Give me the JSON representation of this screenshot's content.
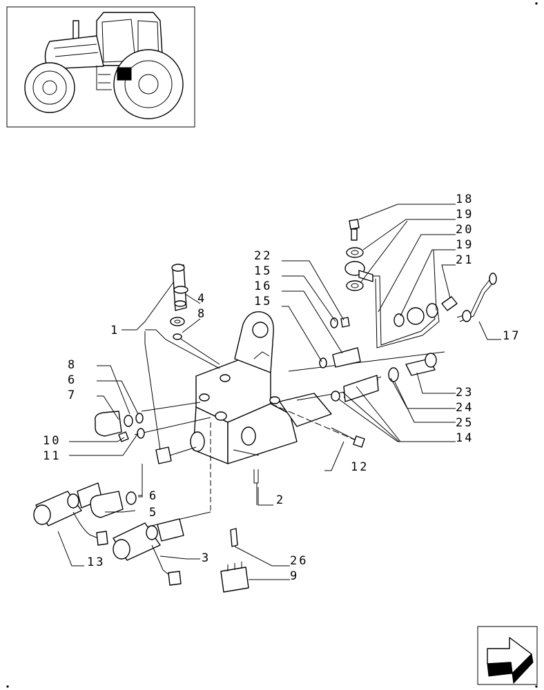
{
  "callouts": {
    "c18": "18",
    "c19a": "19",
    "c20": "20",
    "c19b": "19",
    "c21": "21",
    "c17": "17",
    "c22": "22",
    "c15a": "15",
    "c16": "16",
    "c15b": "15",
    "c4": "4",
    "c8a": "8",
    "c1": "1",
    "c8b": "8",
    "c6a": "6",
    "c7": "7",
    "c10": "10",
    "c11": "11",
    "c23": "23",
    "c24": "24",
    "c25": "25",
    "c14": "14",
    "c12": "12",
    "c2": "2",
    "c6b": "6",
    "c5": "5",
    "c13": "13",
    "c3": "3",
    "c26": "26",
    "c9": "9"
  },
  "icons": {
    "navigation": "next-page-arrow-icon",
    "thumbnail": "tractor-icon"
  }
}
